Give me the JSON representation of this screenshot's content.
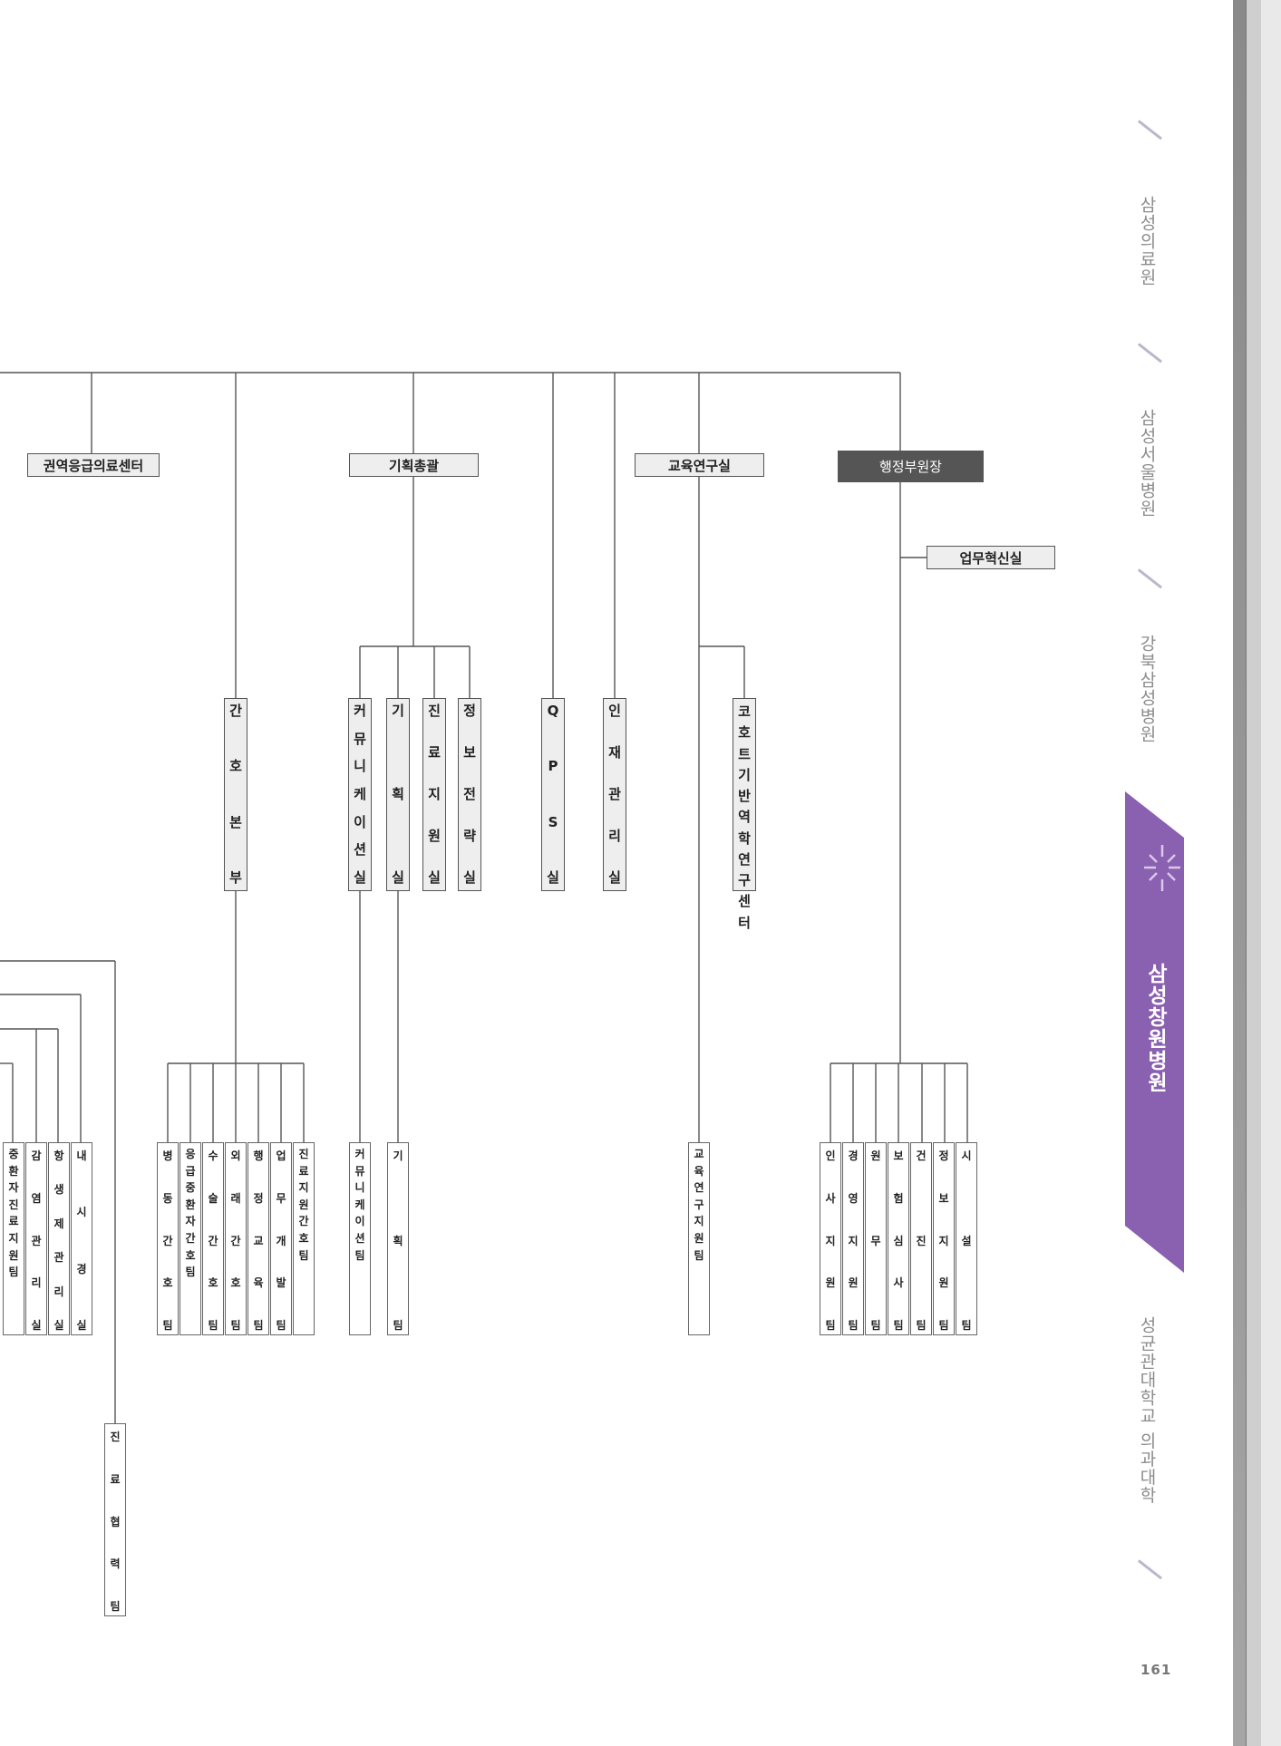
{
  "org_chart": {
    "heads": [
      {
        "id": "emergency",
        "label": "권역응급의료센터"
      },
      {
        "id": "planning",
        "label": "기획총괄"
      },
      {
        "id": "education",
        "label": "교육연구실"
      },
      {
        "id": "admin_vp",
        "label": "행정부원장"
      },
      {
        "id": "innovation",
        "label": "업무혁신실"
      }
    ],
    "depts": [
      {
        "id": "nursing",
        "label": "간호본부"
      },
      {
        "id": "comm_office",
        "label": "커뮤니케이션실"
      },
      {
        "id": "plan_office",
        "label": "기획실"
      },
      {
        "id": "medsupport_office",
        "label": "진료지원실"
      },
      {
        "id": "infostrat_office",
        "label": "정보전략실"
      },
      {
        "id": "qps",
        "label": "QPS실"
      },
      {
        "id": "hr_office",
        "label": "인재관리실"
      },
      {
        "id": "cohort_center",
        "label": "코호트기반역학연구센터"
      }
    ],
    "teams_left": [
      "중환자진료지원팀",
      "감염관리실",
      "항생제관리실",
      "내시경실"
    ],
    "teams_nursing": [
      "병동간호팀",
      "응급중환자간호팀",
      "수술간호팀",
      "외래간호팀",
      "행정교육팀",
      "업무개발팀",
      "진료지원간호팀"
    ],
    "teams_comm": [
      "커뮤니케이션팀"
    ],
    "teams_plan": [
      "기획팀"
    ],
    "teams_edu": [
      "교육연구지원팀"
    ],
    "teams_admin": [
      "인사지원팀",
      "경영지원팀",
      "원무팀",
      "보험심사팀",
      "건진팀",
      "정보지원팀",
      "시설팀"
    ],
    "teams_bottom": [
      "진료협력팀"
    ]
  },
  "side_tabs": [
    "삼성의료원",
    "삼성서울병원",
    "강북삼성병원",
    "삼성창원병원",
    "성균관대학교 의과대학"
  ],
  "active_tab": "삼성창원병원",
  "page_number": "161",
  "colors": {
    "accent": "#8a60b0",
    "dark_box": "#555555",
    "box_fill": "#eeeeee"
  }
}
